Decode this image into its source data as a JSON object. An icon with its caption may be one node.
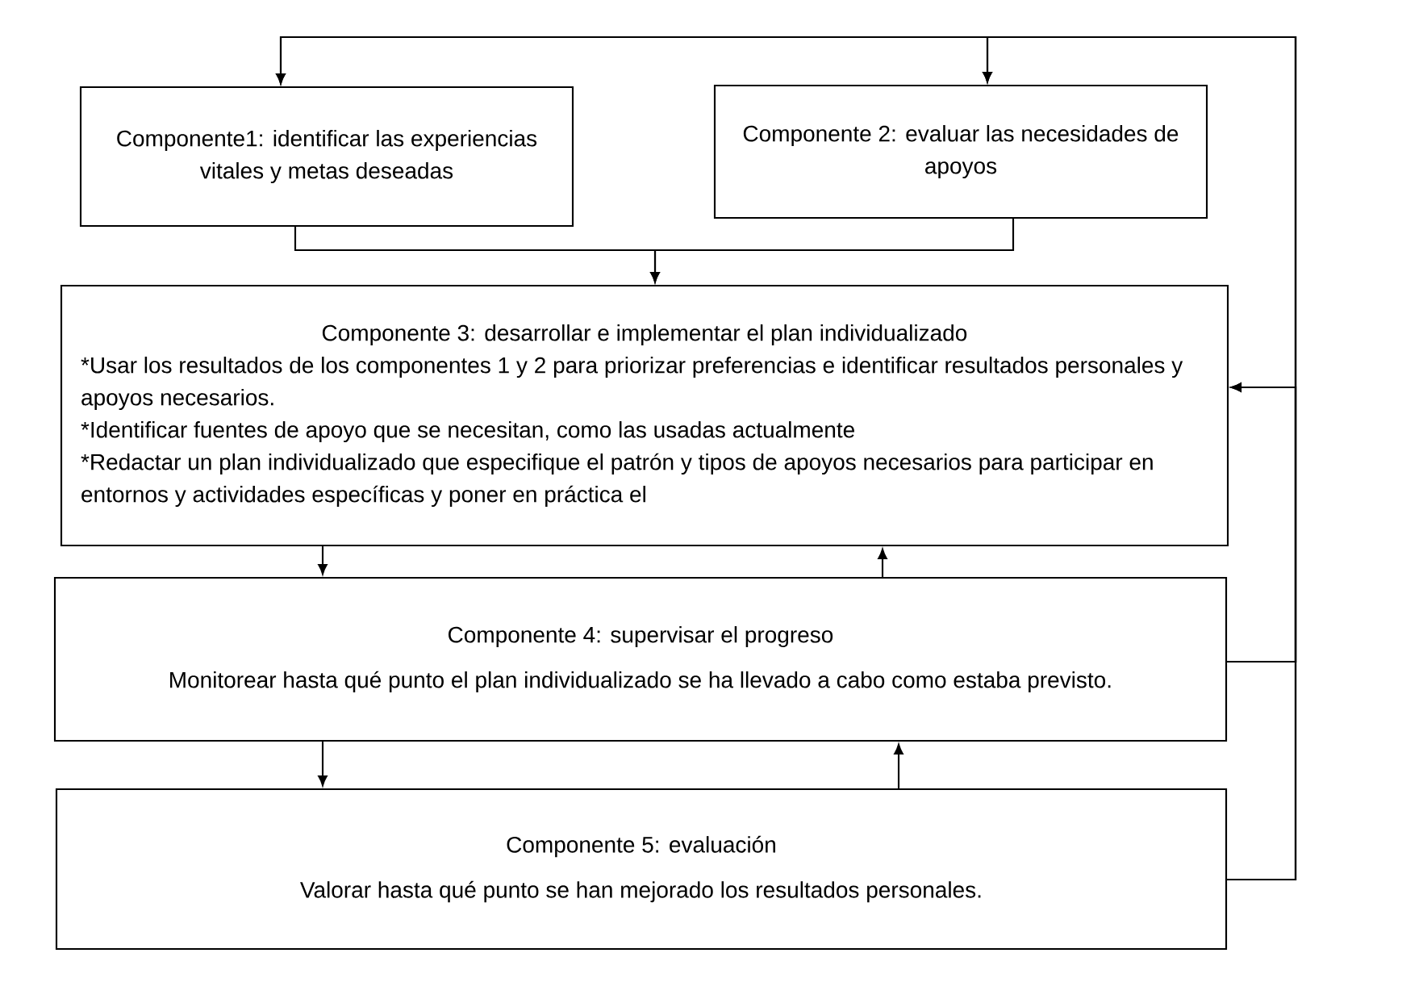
{
  "diagram": {
    "nodes": [
      {
        "text": [
          "Componente1: identificar las experiencias vitales y metas deseadas"
        ]
      },
      {
        "text": [
          "Componente 2: evaluar las necesidades de apoyos"
        ]
      },
      {
        "text": [
          "Componente 3: desarrollar e implementar el plan individualizado",
          "*Usar los resultados de los componentes 1 y 2 para priorizar preferencias e identificar resultados personales y apoyos necesarios.",
          "*Identificar fuentes de apoyo que se necesitan, como las usadas actualmente",
          "*Redactar un plan individualizado que especifique el patrón y tipos de apoyos necesarios para participar en entornos y actividades específicas y poner en práctica el"
        ]
      },
      {
        "text": [
          "Componente 4: supervisar el progreso",
          "Monitorear hasta qué punto el plan individualizado se ha llevado a cabo como estaba previsto."
        ]
      },
      {
        "text": [
          "Componente 5: evaluación",
          "Valorar hasta qué punto se han mejorado los resultados personales."
        ]
      }
    ],
    "edges": [
      {
        "from": 0,
        "to": 2,
        "arrow": "to"
      },
      {
        "from": 1,
        "to": 2,
        "arrow": "to"
      },
      {
        "from": 2,
        "to": 3,
        "arrow": "to"
      },
      {
        "from": 3,
        "to": 2,
        "arrow": "to"
      },
      {
        "from": 3,
        "to": 4,
        "arrow": "to"
      },
      {
        "from": 4,
        "to": 3,
        "arrow": "to"
      },
      {
        "from": 3,
        "to": 0,
        "arrow": "to"
      },
      {
        "from": 3,
        "to": 1,
        "arrow": "to"
      },
      {
        "from": 3,
        "to": 2,
        "arrow": "to"
      },
      {
        "from": 4,
        "to": 0,
        "arrow": "to"
      },
      {
        "from": 4,
        "to": 1,
        "arrow": "to"
      },
      {
        "from": 4,
        "to": 2,
        "arrow": "to"
      }
    ]
  }
}
